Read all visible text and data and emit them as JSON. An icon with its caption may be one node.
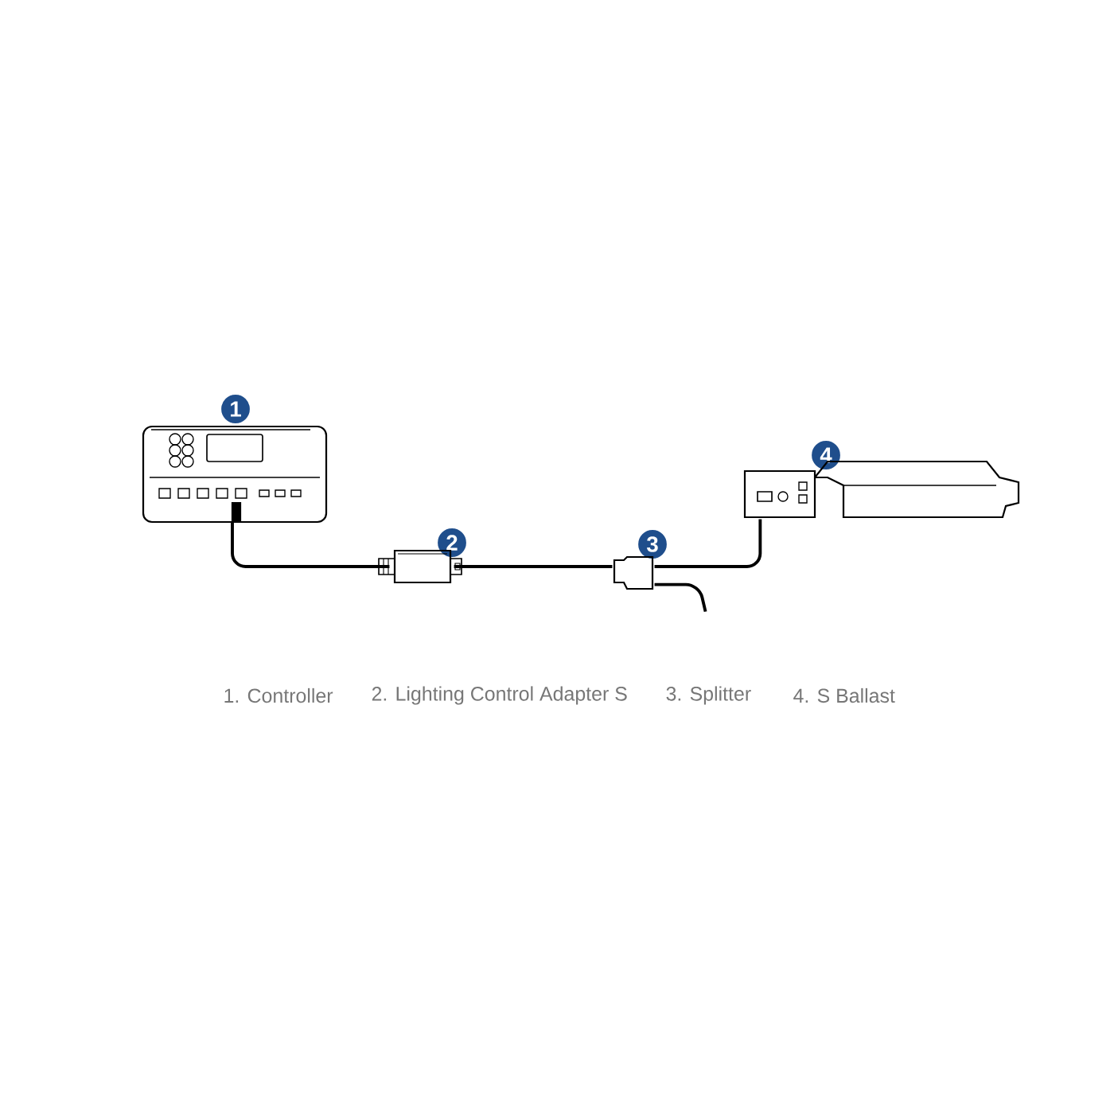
{
  "diagram": {
    "nodes": [
      {
        "text": [
          "1"
        ]
      },
      {
        "text": [],
        "shape": "picture"
      },
      {
        "text": [
          "2"
        ]
      },
      {
        "text": [],
        "shape": "picture"
      },
      {
        "text": [
          "3"
        ]
      },
      {
        "text": [],
        "shape": "picture"
      },
      {
        "text": [
          "4"
        ]
      },
      {
        "text": [],
        "shape": "picture"
      }
    ],
    "edges": [
      {
        "from": 1,
        "to": 3,
        "arrow": "none"
      },
      {
        "from": 3,
        "to": 5,
        "arrow": "none"
      },
      {
        "from": 5,
        "to": 7,
        "arrow": "none"
      },
      {
        "from": 5,
        "to": null,
        "arrow": "none"
      }
    ],
    "labels": [
      "1. Controller",
      "2. Lighting Control Adapter S",
      "3. Splitter",
      "4. S Ballast"
    ]
  }
}
